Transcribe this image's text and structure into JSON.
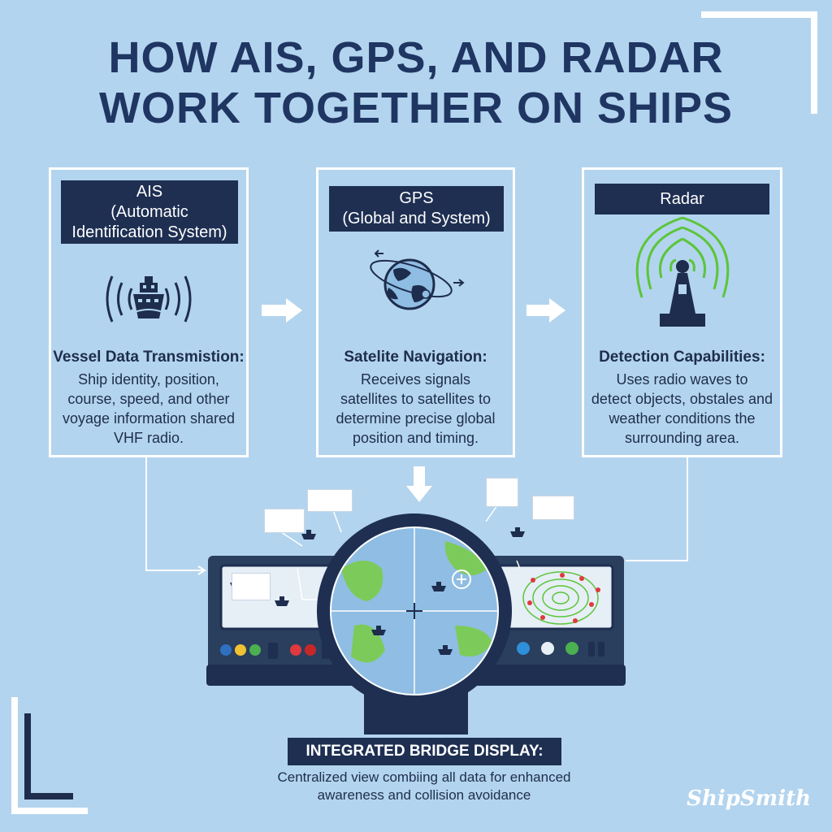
{
  "title_line1": "HOW AIS, GPS, AND RADAR",
  "title_line2": "WORK TOGETHER ON SHIPS",
  "panels": [
    {
      "head_line1": "AIS",
      "head_line2": "(Automatic",
      "head_line3": "Identification System)",
      "subtitle": "Vessel Data Transmistion:",
      "desc_line1": "Ship identity, position,",
      "desc_line2": "course, speed, and other",
      "desc_line3": "voyage information shared",
      "desc_line4": "VHF radio.",
      "icon": "ship-broadcast-icon"
    },
    {
      "head_line1": "GPS",
      "head_line2": "(Global and System)",
      "subtitle": "Satelite Navigation:",
      "desc_line1": "Receives signals",
      "desc_line2": "satellites to satellites to",
      "desc_line3": "determine precise global",
      "desc_line4": "position and timing.",
      "icon": "globe-satellite-icon"
    },
    {
      "head_line1": "Radar",
      "subtitle": "Detection Capabilities:",
      "desc_line1": "Uses radio waves to",
      "desc_line2": "detect objects, obstales and",
      "desc_line3": "weather conditions the",
      "desc_line4": "surrounding area.",
      "icon": "radar-tower-icon"
    }
  ],
  "footer": {
    "title": "INTEGRATED BRIDGE DISPLAY:",
    "desc_line1": "Centralized view combiing all data for enhanced",
    "desc_line2": "awareness and collision avoidance"
  },
  "brand": "ShipSmith",
  "colors": {
    "background": "#b3d4ee",
    "navy": "#1e2f52",
    "green": "#5cc53a",
    "water": "#8fbde3",
    "radar_dot": "#e0393e"
  }
}
